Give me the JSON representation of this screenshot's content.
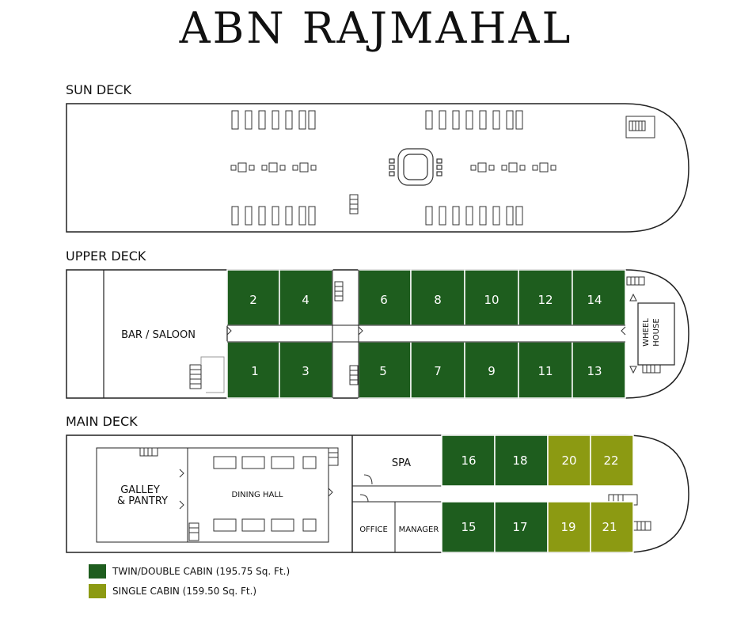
{
  "title": "ABN RAJMAHAL",
  "decks": {
    "sun": {
      "label": "SUN DECK"
    },
    "upper": {
      "label": "UPPER DECK",
      "bar_saloon": "BAR / SALOON",
      "wheel_house": [
        "WHEEL",
        "HOUSE"
      ],
      "cabins": [
        {
          "number": "2",
          "type": "twin_double"
        },
        {
          "number": "4",
          "type": "twin_double"
        },
        {
          "number": "6",
          "type": "twin_double"
        },
        {
          "number": "8",
          "type": "twin_double"
        },
        {
          "number": "10",
          "type": "twin_double"
        },
        {
          "number": "12",
          "type": "twin_double"
        },
        {
          "number": "14",
          "type": "twin_double"
        },
        {
          "number": "1",
          "type": "twin_double"
        },
        {
          "number": "3",
          "type": "twin_double"
        },
        {
          "number": "5",
          "type": "twin_double"
        },
        {
          "number": "7",
          "type": "twin_double"
        },
        {
          "number": "9",
          "type": "twin_double"
        },
        {
          "number": "11",
          "type": "twin_double"
        },
        {
          "number": "13",
          "type": "twin_double"
        }
      ]
    },
    "main": {
      "label": "MAIN DECK",
      "galley": [
        "GALLEY",
        "& PANTRY"
      ],
      "dining_hall": "DINING HALL",
      "spa": "SPA",
      "office": "OFFICE",
      "manager": "MANAGER",
      "cabins": [
        {
          "number": "16",
          "type": "twin_double"
        },
        {
          "number": "18",
          "type": "twin_double"
        },
        {
          "number": "20",
          "type": "single"
        },
        {
          "number": "22",
          "type": "single"
        },
        {
          "number": "15",
          "type": "twin_double"
        },
        {
          "number": "17",
          "type": "twin_double"
        },
        {
          "number": "19",
          "type": "single"
        },
        {
          "number": "21",
          "type": "single"
        }
      ]
    }
  },
  "legend": [
    {
      "label": "TWIN/DOUBLE CABIN (195.75 Sq. Ft.)",
      "color": "#1e5d1e"
    },
    {
      "label": "SINGLE CABIN (159.50 Sq. Ft.)",
      "color": "#8c9a12"
    }
  ],
  "colors": {
    "twin_double": "#1e5d1e",
    "single": "#8c9a12",
    "outline": "#222222"
  }
}
